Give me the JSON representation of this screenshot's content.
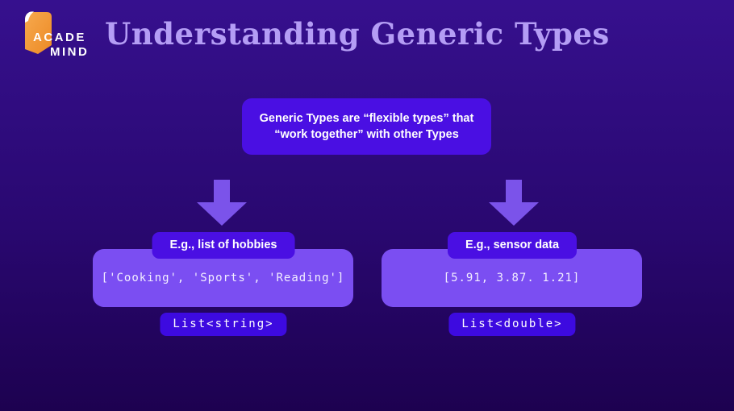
{
  "theme": {
    "bg_top": "#36108e",
    "bg_mid": "#290870",
    "bg_bottom": "#1d0150",
    "accent_purple": "#4a0fe3",
    "badge_purple": "#3d0ae0",
    "light_purple": "#7b4ef2",
    "arrow_purple": "#7b53ea",
    "title_color": "#b49df5",
    "code_color": "#f2eeff",
    "logo_orange_light": "#f6a94e",
    "logo_orange_dark": "#ed8a25"
  },
  "logo": {
    "line1": "ACADE",
    "line2": "MIND",
    "icon": "bookmark-icon"
  },
  "header": {
    "title": "Understanding Generic Types"
  },
  "definition_box": {
    "line1": "Generic Types are “flexible types” that",
    "line2": "“work together” with other Types"
  },
  "examples": [
    {
      "label": "E.g., list of hobbies",
      "code": "['Cooking', 'Sports', 'Reading']",
      "type_badge": "List<string>"
    },
    {
      "label": "E.g., sensor data",
      "code": "[5.91, 3.87. 1.21]",
      "type_badge": "List<double>"
    }
  ]
}
